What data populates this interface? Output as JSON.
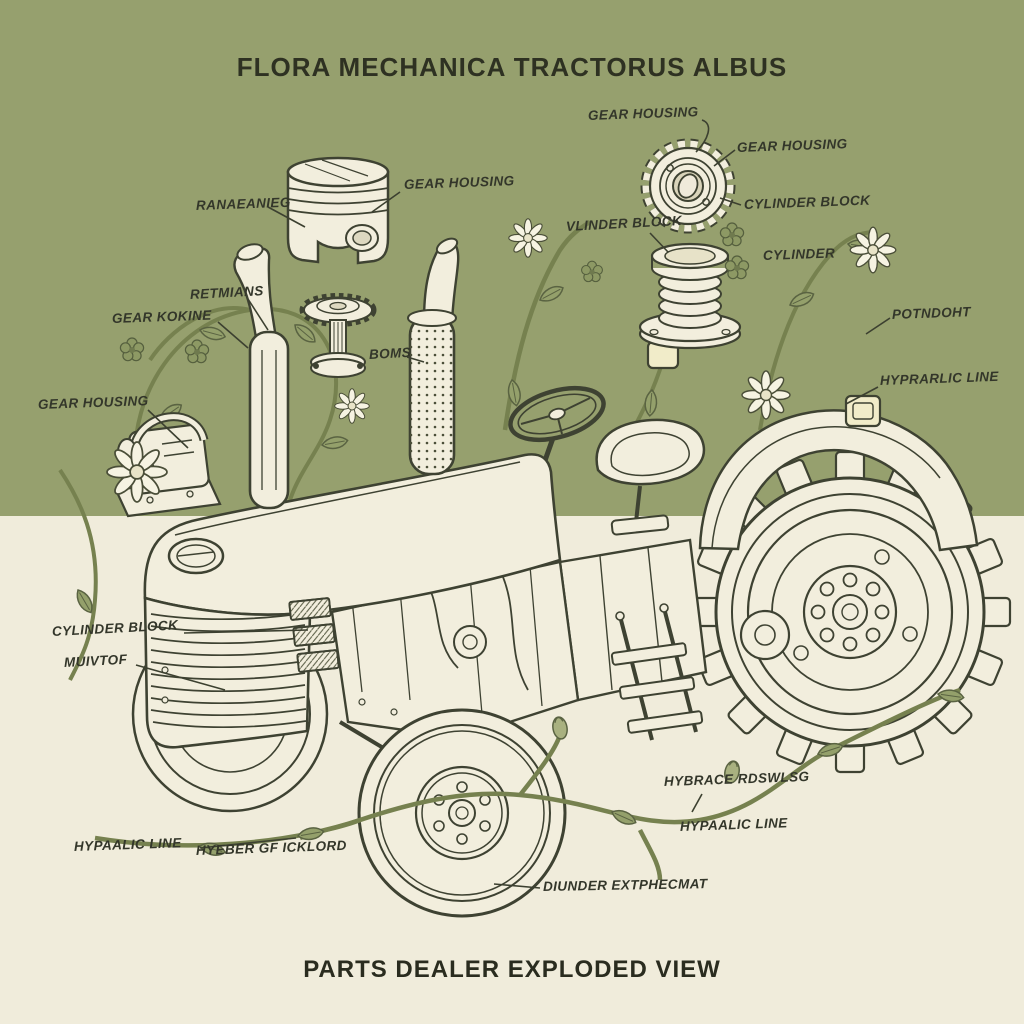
{
  "header": {
    "title": "FLORA MECHANICA TRACTORUS ALBUS"
  },
  "footer": {
    "title": "PARTS DEALER EXPLODED VIEW"
  },
  "palette": {
    "background_top": "#96a06e",
    "background_bottom": "#f0ecdb",
    "line_ink": "#3e4232",
    "part_fill": "#f2eedd",
    "vine_green": "#76814f",
    "leaf_green": "#94a06b",
    "label_ink": "#33362a"
  },
  "labels": [
    {
      "text": "RANAEANIEG"
    },
    {
      "text": "GEAR HOUSING"
    },
    {
      "text": "GEAR HOUSING"
    },
    {
      "text": "GEAR HOUSING"
    },
    {
      "text": "CYLINDER BLOCK"
    },
    {
      "text": "VLINDER BLOCK"
    },
    {
      "text": "CYLINDER"
    },
    {
      "text": "RETMIANS"
    },
    {
      "text": "GEAR KOKINE"
    },
    {
      "text": "GEAR HOUSING"
    },
    {
      "text": "BOMS"
    },
    {
      "text": "POTNDOHT"
    },
    {
      "text": "HYPRARLIC LINE"
    },
    {
      "text": "CYLINDER BLOCK"
    },
    {
      "text": "MUIVTOF"
    },
    {
      "text": "HYPAALIC LINE"
    },
    {
      "text": "HYEBER GF ICKLORD"
    },
    {
      "text": "HYBRACE RDSWLSG"
    },
    {
      "text": "HYPAALIC LINE"
    },
    {
      "text": "DIUNDER EXTPHECMAT"
    }
  ]
}
